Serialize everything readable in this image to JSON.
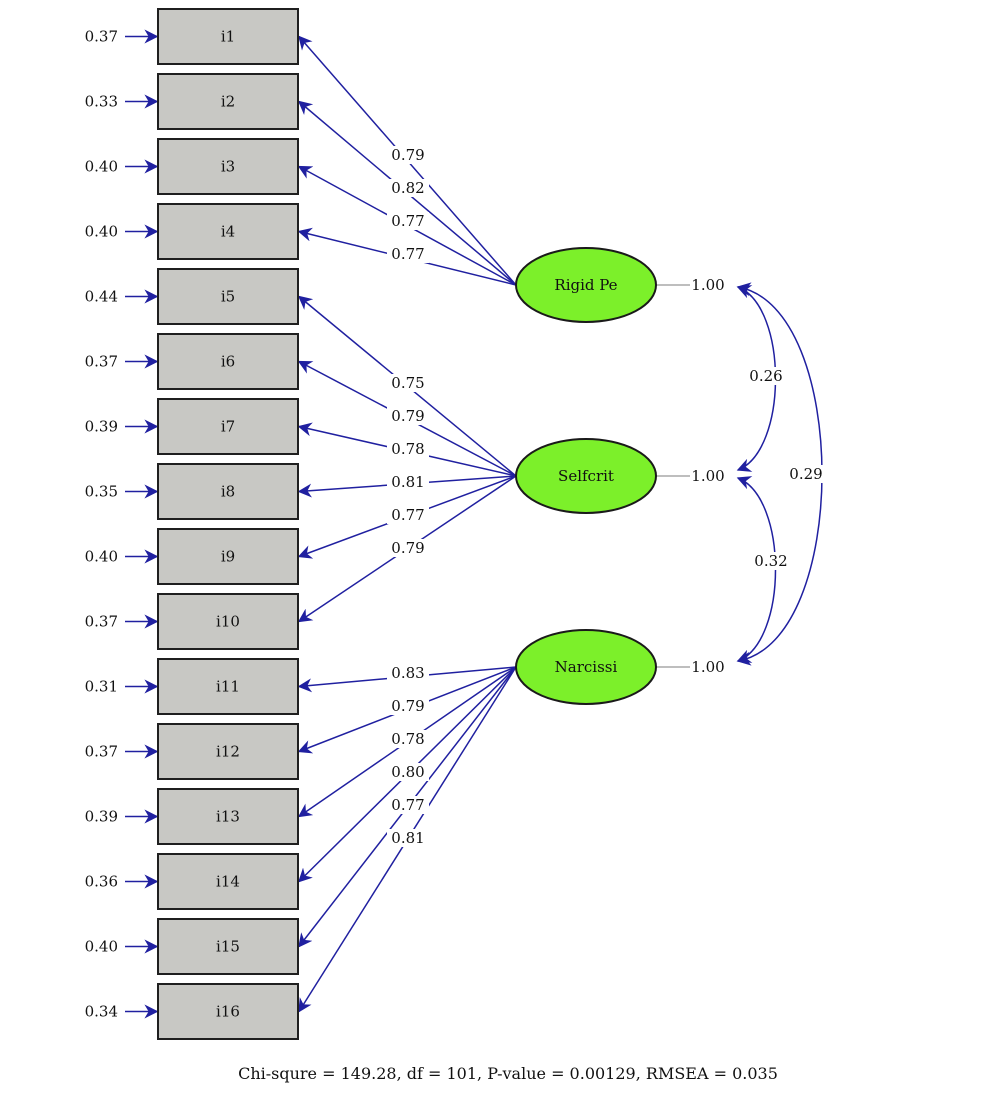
{
  "indicators": [
    {
      "label": "i1",
      "error": "0.37"
    },
    {
      "label": "i2",
      "error": "0.33"
    },
    {
      "label": "i3",
      "error": "0.40"
    },
    {
      "label": "i4",
      "error": "0.40"
    },
    {
      "label": "i5",
      "error": "0.44"
    },
    {
      "label": "i6",
      "error": "0.37"
    },
    {
      "label": "i7",
      "error": "0.39"
    },
    {
      "label": "i8",
      "error": "0.35"
    },
    {
      "label": "i9",
      "error": "0.40"
    },
    {
      "label": "i10",
      "error": "0.37"
    },
    {
      "label": "i11",
      "error": "0.31"
    },
    {
      "label": "i12",
      "error": "0.37"
    },
    {
      "label": "i13",
      "error": "0.39"
    },
    {
      "label": "i14",
      "error": "0.36"
    },
    {
      "label": "i15",
      "error": "0.40"
    },
    {
      "label": "i16",
      "error": "0.34"
    }
  ],
  "latents": [
    {
      "label": "Rigid Pe",
      "variance": "1.00",
      "indicators": [
        0,
        1,
        2,
        3
      ],
      "loadings": [
        "0.79",
        "0.82",
        "0.77",
        "0.77"
      ]
    },
    {
      "label": "Selfcrit",
      "variance": "1.00",
      "indicators": [
        4,
        5,
        6,
        7,
        8,
        9
      ],
      "loadings": [
        "0.75",
        "0.79",
        "0.78",
        "0.81",
        "0.77",
        "0.79"
      ]
    },
    {
      "label": "Narcissi",
      "variance": "1.00",
      "indicators": [
        10,
        11,
        12,
        13,
        14,
        15
      ],
      "loadings": [
        "0.83",
        "0.79",
        "0.78",
        "0.80",
        "0.77",
        "0.81"
      ]
    }
  ],
  "correlations": [
    {
      "from": 0,
      "to": 1,
      "value": "0.26"
    },
    {
      "from": 1,
      "to": 2,
      "value": "0.32"
    },
    {
      "from": 0,
      "to": 2,
      "value": "0.29"
    }
  ],
  "colors": {
    "path": "#2020a0",
    "latent_fill": "#7cf02a",
    "indicator_fill": "#c8c8c4"
  },
  "fit_statistics": "Chi-squre = 149.28, df = 101, P-value = 0.00129, RMSEA = 0.035"
}
